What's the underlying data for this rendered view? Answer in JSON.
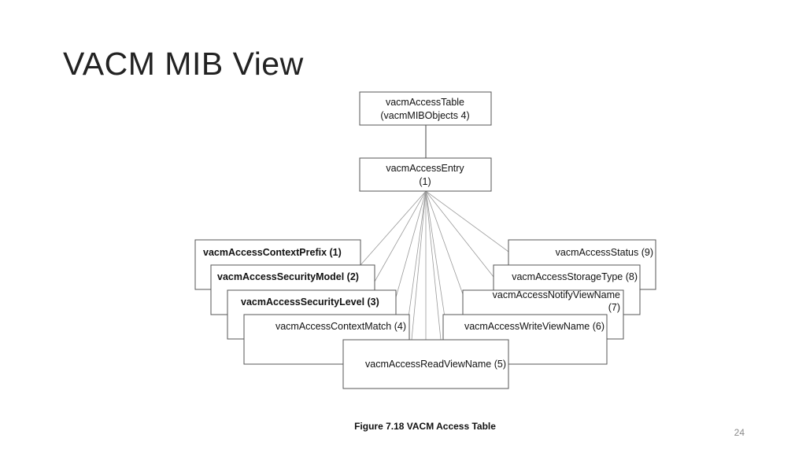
{
  "slide": {
    "title": "VACM MIB View",
    "caption": "Figure 7.18 VACM Access Table",
    "page_number": "24"
  },
  "diagram": {
    "root": {
      "line1": "vacmAccessTable",
      "line2": "(vacmMIBObjects 4)"
    },
    "entry": {
      "line1": "vacmAccessEntry",
      "line2": "(1)"
    },
    "nodes": {
      "context_prefix": "vacmAccessContextPrefix (1)",
      "security_model": "vacmAccessSecurityModel (2)",
      "security_level": "vacmAccessSecurityLevel (3)",
      "context_match": "vacmAccessContextMatch (4)",
      "read_view": "vacmAccessReadViewName (5)",
      "write_view": "vacmAccessWriteViewName (6)",
      "notify_view_line1": "vacmAccessNotifyViewName",
      "notify_view_line2": "(7)",
      "storage_type": "vacmAccessStorageType (8)",
      "status": "vacmAccessStatus (9)"
    }
  }
}
